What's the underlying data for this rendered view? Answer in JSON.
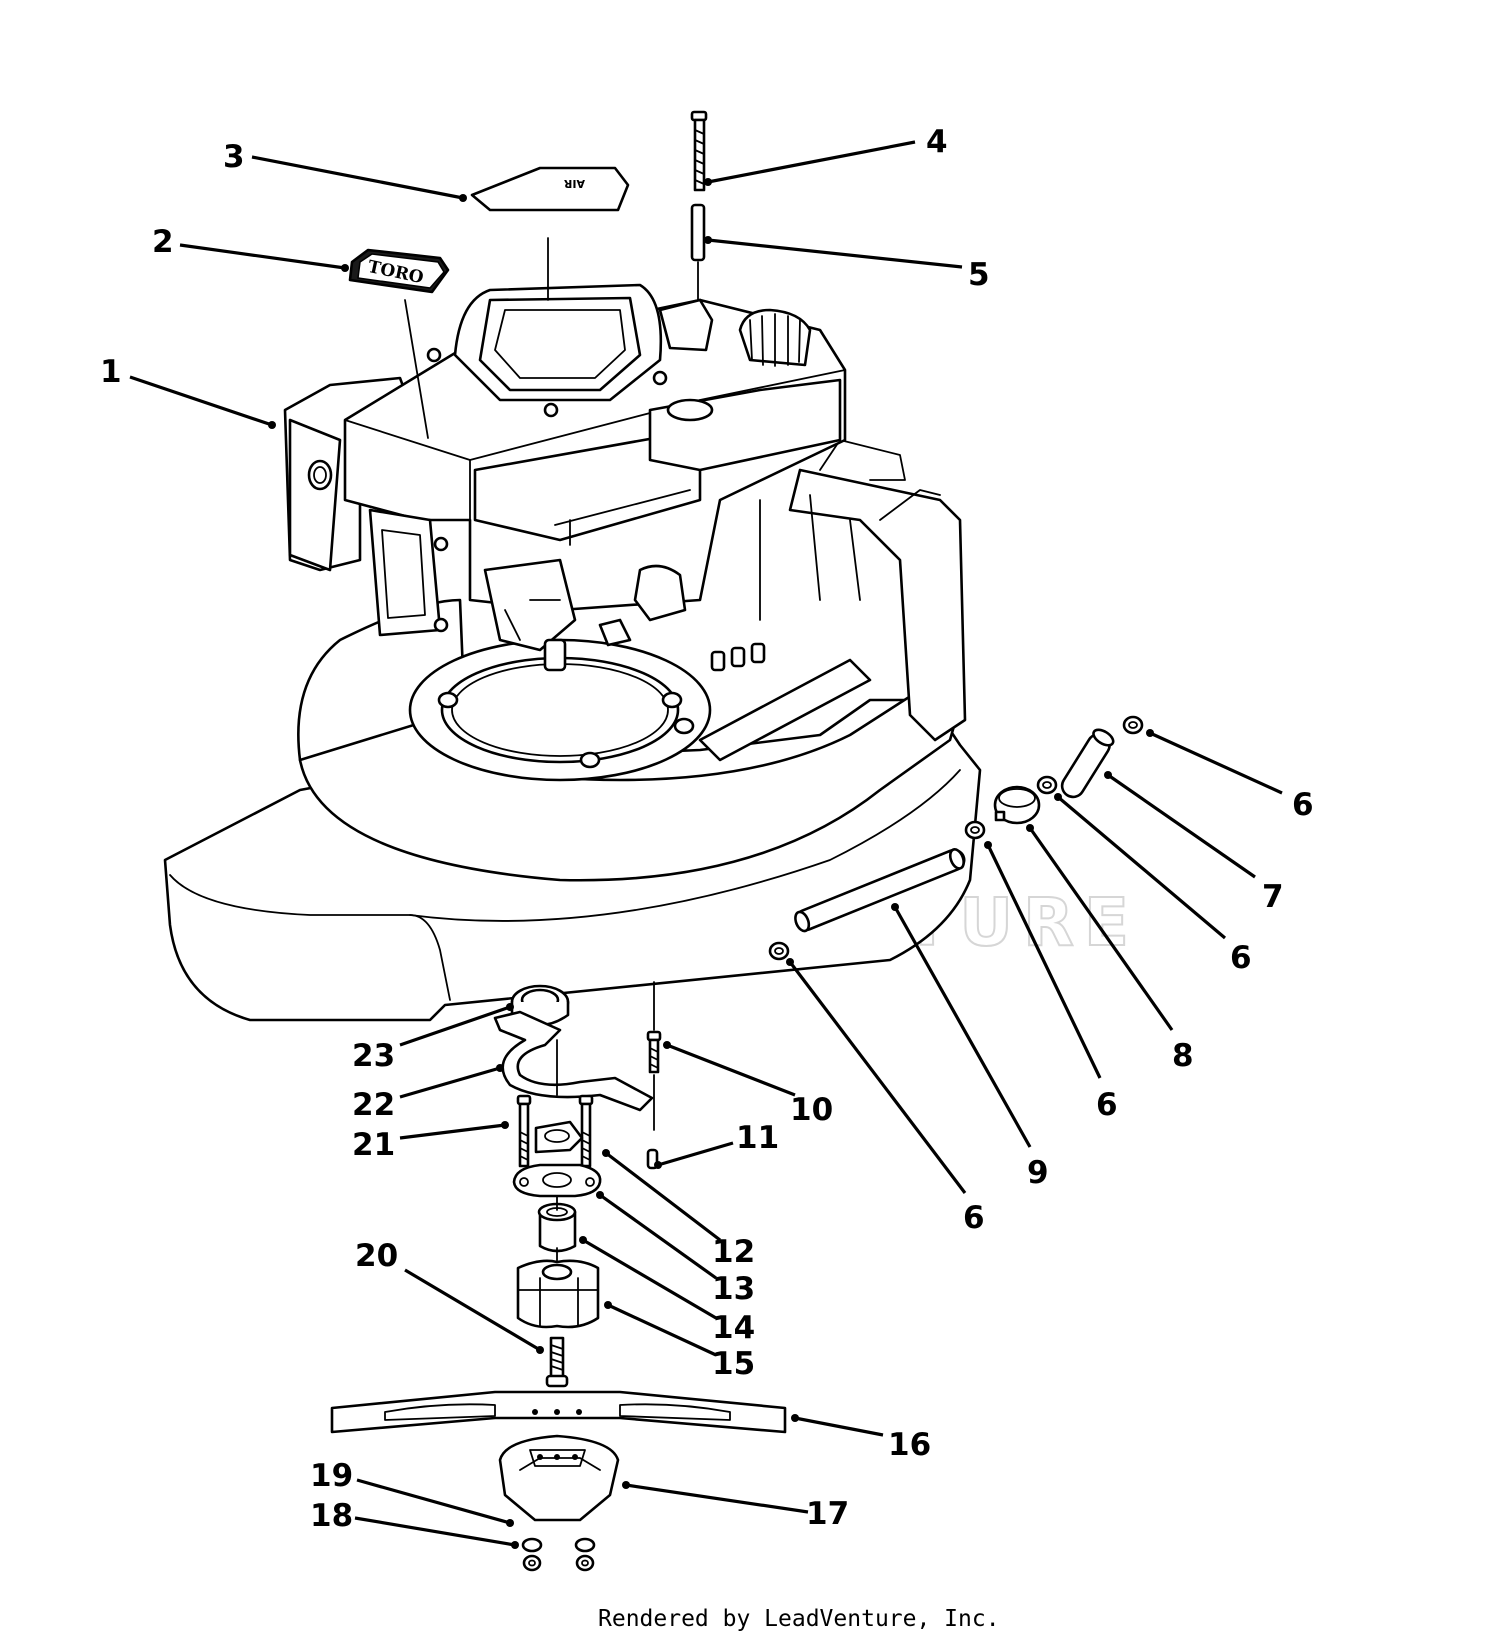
{
  "diagram": {
    "callouts": [
      {
        "id": "c1",
        "label": "1"
      },
      {
        "id": "c2",
        "label": "2"
      },
      {
        "id": "c3",
        "label": "3"
      },
      {
        "id": "c4",
        "label": "4"
      },
      {
        "id": "c5",
        "label": "5"
      },
      {
        "id": "c6a",
        "label": "6"
      },
      {
        "id": "c7",
        "label": "7"
      },
      {
        "id": "c6b",
        "label": "6"
      },
      {
        "id": "c8",
        "label": "8"
      },
      {
        "id": "c6c",
        "label": "6"
      },
      {
        "id": "c9",
        "label": "9"
      },
      {
        "id": "c6d",
        "label": "6"
      },
      {
        "id": "c10",
        "label": "10"
      },
      {
        "id": "c11",
        "label": "11"
      },
      {
        "id": "c12",
        "label": "12"
      },
      {
        "id": "c13",
        "label": "13"
      },
      {
        "id": "c14",
        "label": "14"
      },
      {
        "id": "c15",
        "label": "15"
      },
      {
        "id": "c16",
        "label": "16"
      },
      {
        "id": "c17",
        "label": "17"
      },
      {
        "id": "c18",
        "label": "18"
      },
      {
        "id": "c19",
        "label": "19"
      },
      {
        "id": "c20",
        "label": "20"
      },
      {
        "id": "c21",
        "label": "21"
      },
      {
        "id": "c22",
        "label": "22"
      },
      {
        "id": "c23",
        "label": "23"
      }
    ],
    "decal_brand": "TORO",
    "air_cover_text": "AIR",
    "watermark": "LEADVENTURE",
    "credit": "Rendered by LeadVenture, Inc."
  }
}
